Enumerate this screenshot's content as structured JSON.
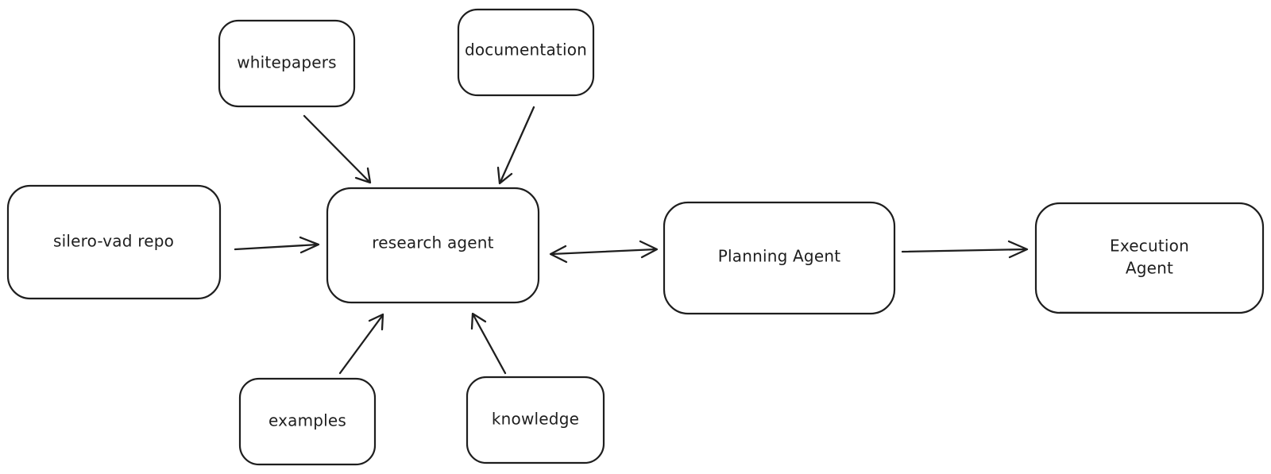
{
  "nodes": {
    "whitepapers": {
      "label": "whitepapers"
    },
    "documentation": {
      "label": "documentation"
    },
    "silero": {
      "label": "silero-vad repo"
    },
    "research": {
      "label": "research agent"
    },
    "planning": {
      "label": "Planning Agent"
    },
    "execution": {
      "label_line1": "Execution",
      "label_line2": "Agent"
    },
    "examples": {
      "label": "examples"
    },
    "knowledge": {
      "label": "knowledge"
    }
  },
  "colors": {
    "stroke": "#1e1e1e",
    "background": "#ffffff"
  }
}
